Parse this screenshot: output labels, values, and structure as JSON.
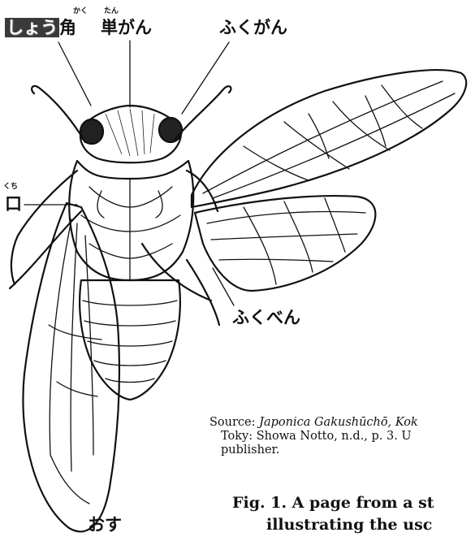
{
  "labels": {
    "top_left": "しょう",
    "top_left_kanji": "角",
    "top_left_ruby": "かく",
    "top_center_kanji": "単",
    "top_center_kana": "がん",
    "top_center_ruby": "たん",
    "top_right": "ふくがん",
    "left_mouth": "口",
    "left_mouth_ruby": "くち",
    "right_lower": "ふくべん",
    "bottom": "おす"
  },
  "source": {
    "prefix": "Source:",
    "title": "Japonica Gakushūchō, Kok",
    "line2": "Toky:  Showa Notto, n.d., p. 3. U",
    "line3": "publisher."
  },
  "caption": {
    "line1": "Fig. 1.  A page from a st",
    "line2": "illustrating the usc"
  }
}
